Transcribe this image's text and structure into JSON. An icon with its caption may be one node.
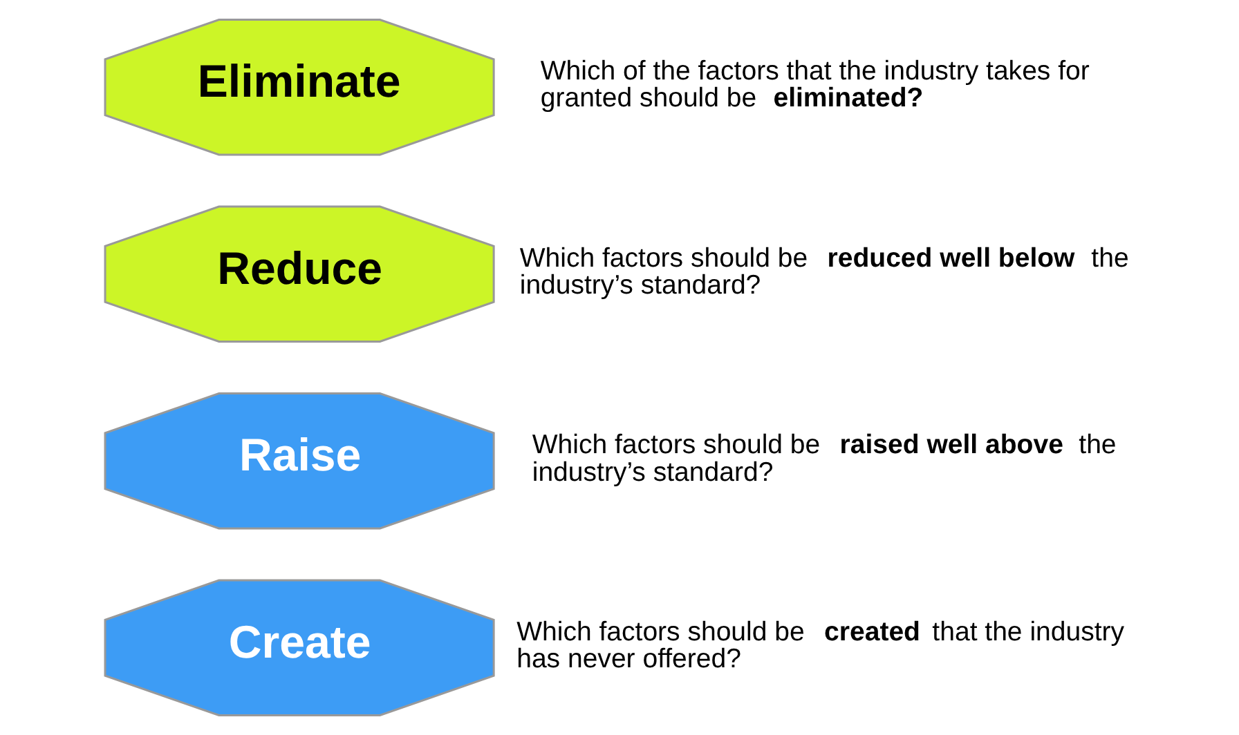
{
  "diagram": {
    "nodes": [
      {
        "text": [
          "Eliminate"
        ],
        "beside": [
          "Which of the factors that the industry takes for granted should be **eliminated?**"
        ]
      },
      {
        "text": [
          "Reduce"
        ],
        "beside": [
          "Which factors should be **reduced well below** the industry’s standard?"
        ]
      },
      {
        "text": [
          "Raise"
        ],
        "beside": [
          "Which factors should be **raised well above** the industry’s standard?"
        ]
      },
      {
        "text": [
          "Create"
        ],
        "beside": [
          "Which factors should be **created** that the industry has never offered?"
        ]
      }
    ]
  }
}
